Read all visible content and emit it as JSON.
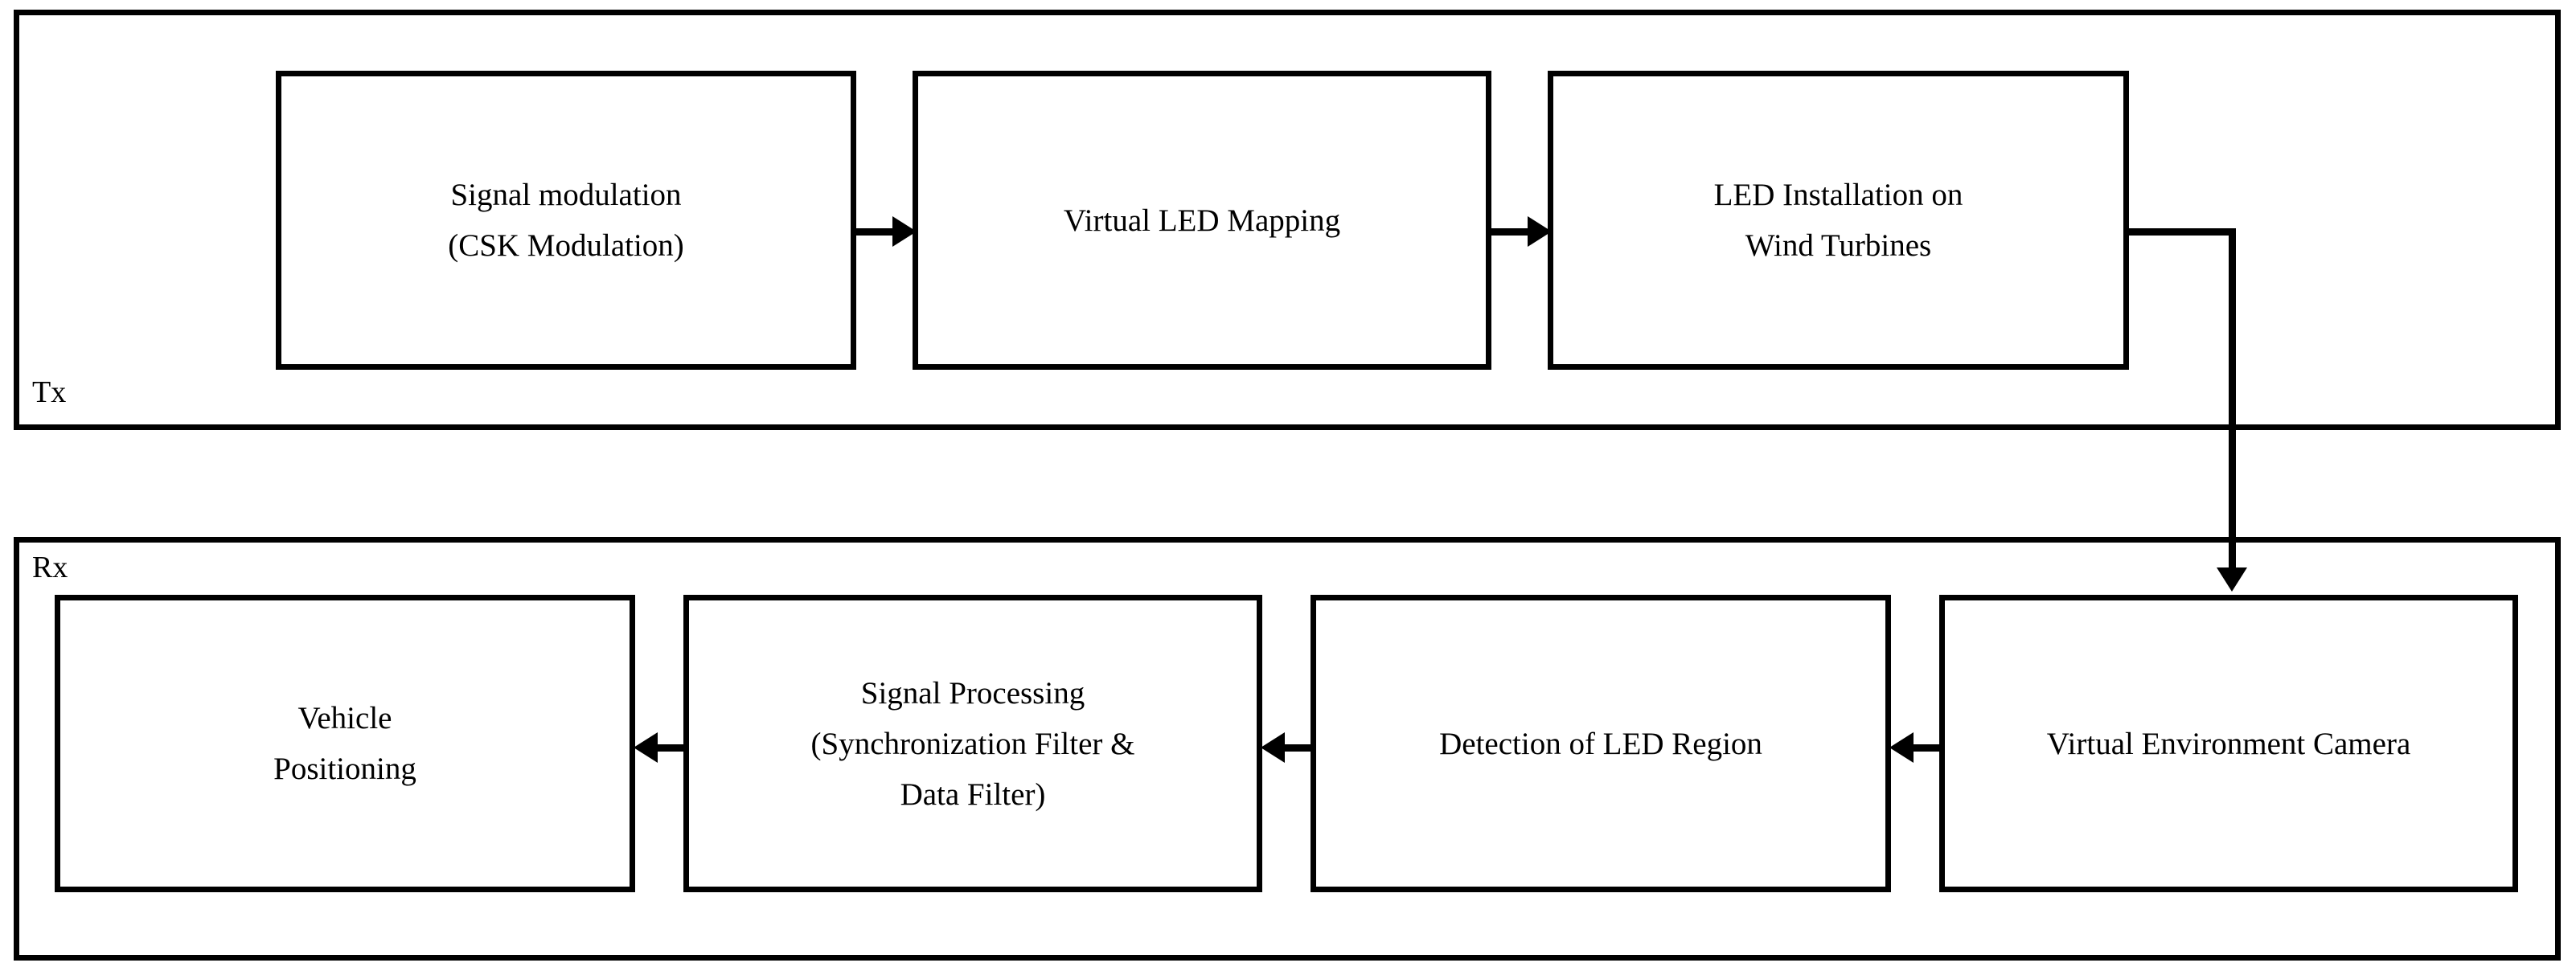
{
  "diagram": {
    "type": "block-diagram",
    "groups": [
      {
        "id": "tx",
        "label": "Tx",
        "nodes": [
          {
            "id": "signal-modulation",
            "label": "Signal modulation\n(CSK Modulation)"
          },
          {
            "id": "virtual-led-mapping",
            "label": "Virtual LED Mapping"
          },
          {
            "id": "led-installation",
            "label": "LED Installation on\nWind Turbines"
          }
        ]
      },
      {
        "id": "rx",
        "label": "Rx",
        "nodes": [
          {
            "id": "vehicle-positioning",
            "label": "Vehicle\nPositioning"
          },
          {
            "id": "signal-processing",
            "label": "Signal Processing\n(Synchronization Filter &\nData Filter)"
          },
          {
            "id": "detection-led-region",
            "label": "Detection of LED Region"
          },
          {
            "id": "virtual-environment-camera",
            "label": "Virtual Environment Camera"
          }
        ]
      }
    ],
    "connectors": [
      {
        "id": "tx-1-to-2",
        "from": "signal-modulation",
        "to": "virtual-led-mapping",
        "direction": "right"
      },
      {
        "id": "tx-2-to-3",
        "from": "virtual-led-mapping",
        "to": "led-installation",
        "direction": "right"
      },
      {
        "id": "tx-to-rx",
        "from": "led-installation",
        "to": "virtual-environment-camera",
        "direction": "down"
      },
      {
        "id": "rx-camera-to-detection",
        "from": "virtual-environment-camera",
        "to": "detection-led-region",
        "direction": "left"
      },
      {
        "id": "rx-detection-to-processing",
        "from": "detection-led-region",
        "to": "signal-processing",
        "direction": "left"
      },
      {
        "id": "rx-processing-to-positioning",
        "from": "signal-processing",
        "to": "vehicle-positioning",
        "direction": "left"
      }
    ],
    "colors": {
      "stroke": "#000000",
      "background": "#ffffff",
      "text": "#000000"
    }
  }
}
